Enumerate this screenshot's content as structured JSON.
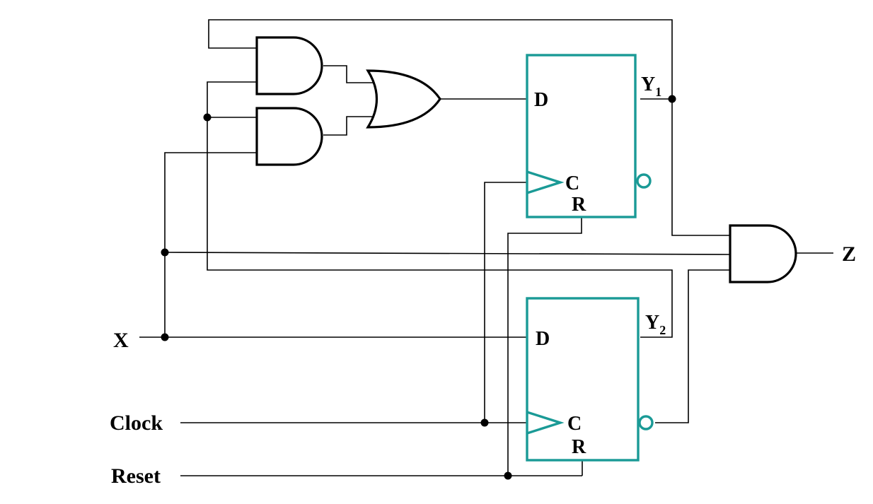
{
  "inputs": {
    "x": "X",
    "clock": "Clock",
    "reset": "Reset"
  },
  "outputs": {
    "z": "Z"
  },
  "flip_flop_1": {
    "d": "D",
    "c": "C",
    "r": "R",
    "q_main": "Y",
    "q_sub": "1"
  },
  "flip_flop_2": {
    "d": "D",
    "c": "C",
    "r": "R",
    "q_main": "Y",
    "q_sub": "2"
  },
  "gates": [
    "AND",
    "AND",
    "OR",
    "AND"
  ],
  "colors": {
    "flip_flop": "#1a9a96",
    "wire": "#000000"
  }
}
